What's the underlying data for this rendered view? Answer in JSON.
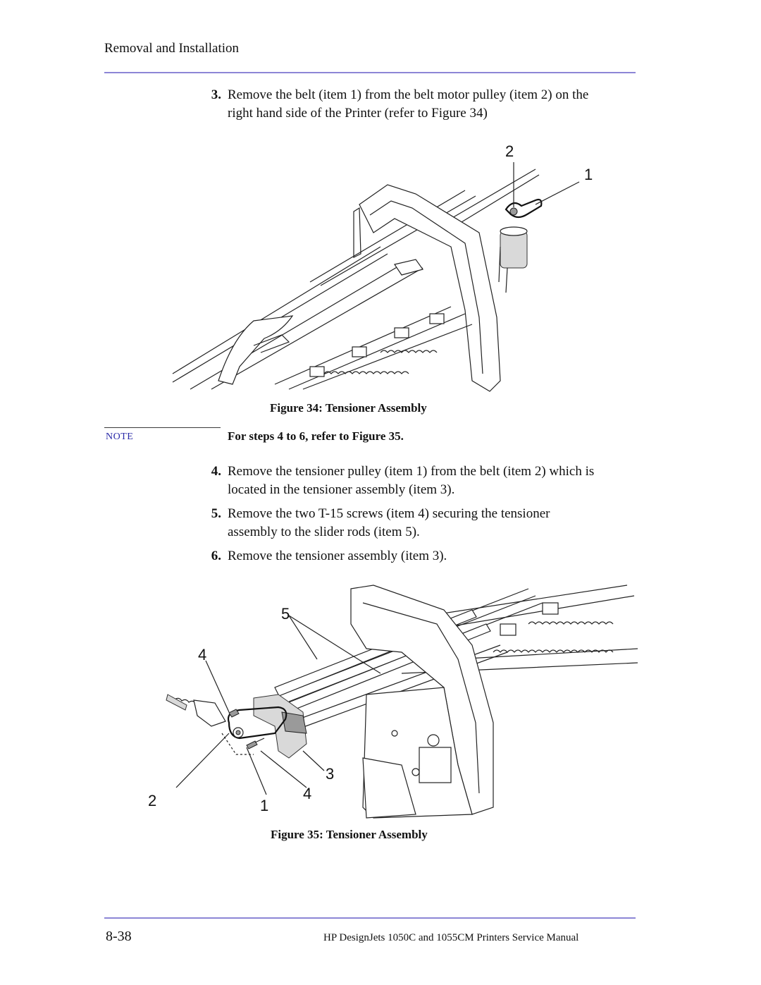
{
  "header": {
    "title": "Removal and Installation"
  },
  "steps": [
    {
      "num": "3.",
      "line1": "Remove the belt (item 1) from the belt motor pulley (item 2) on the",
      "line2": "right hand side of the Printer (refer to Figure 34)"
    },
    {
      "num": "4.",
      "line1": "Remove the tensioner pulley (item 1) from the belt (item 2) which is",
      "line2": "located in the tensioner assembly (item 3)."
    },
    {
      "num": "5.",
      "line1": "Remove the two T-15 screws (item 4) securing the tensioner",
      "line2": "assembly to the slider rods (item 5)."
    },
    {
      "num": "6.",
      "line1": "Remove the tensioner assembly (item 3).",
      "line2": ""
    }
  ],
  "figure34": {
    "caption": "Figure 34: Tensioner Assembly",
    "callouts": [
      "2",
      "1"
    ]
  },
  "note": {
    "label": "NOTE",
    "text": "For steps 4 to 6, refer to Figure 35."
  },
  "figure35": {
    "caption": "Figure 35: Tensioner Assembly",
    "callouts": [
      "5",
      "4",
      "3",
      "4",
      "2",
      "1"
    ]
  },
  "footer": {
    "page": "8-38",
    "title": "HP DesignJets 1050C and 1055CM Printers Service Manual"
  },
  "colors": {
    "rule": "#8c86d6",
    "note_label": "#2a2aa8"
  }
}
